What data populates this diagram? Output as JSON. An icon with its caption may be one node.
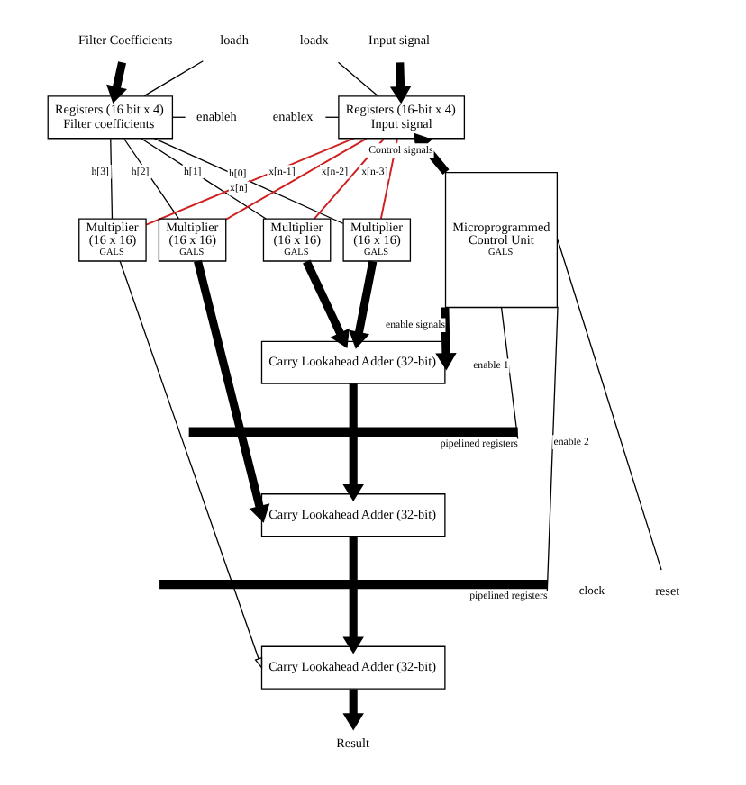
{
  "diagram": {
    "nodes": [
      {
        "text": [
          "Filter Coefficients"
        ]
      },
      {
        "text": [
          "Input signal"
        ]
      },
      {
        "text": [
          "Registers (16 bit x 4)",
          "Filter coefficients"
        ]
      },
      {
        "text": [
          "loadh"
        ]
      },
      {
        "text": [
          "enableh"
        ]
      },
      {
        "text": [
          "loadx"
        ]
      },
      {
        "text": [
          "enablex"
        ]
      },
      {
        "text": [
          "Registers (16-bit x 4)",
          "Input signal"
        ]
      },
      {
        "text": [
          "Microprogrammed Control Unit",
          "GALS"
        ]
      },
      {
        "text": [
          "Multiplier (16 x 16)",
          "GALS"
        ]
      },
      {
        "text": [
          "Multiplier (16 x 16)",
          "GALS"
        ]
      },
      {
        "text": [
          "Multiplier (16 x 16)",
          "GALS"
        ]
      },
      {
        "text": [
          "Multiplier (16 x 16)",
          "GALS"
        ]
      },
      {
        "text": [
          "Carry Lookahead Adder (32-bit)"
        ]
      },
      {
        "text": [],
        "shape": "bar",
        "beside": [
          "pipelined registers"
        ]
      },
      {
        "text": [
          "Carry Lookahead Adder (32-bit)"
        ]
      },
      {
        "text": [],
        "shape": "bar",
        "beside": [
          "pipelined registers"
        ]
      },
      {
        "text": [
          "Carry Lookahead Adder (32-bit)"
        ]
      },
      {
        "text": [
          "reset"
        ]
      },
      {
        "text": [
          "Result"
        ]
      }
    ],
    "edges": [
      {
        "from": 0,
        "to": 2,
        "arrow": "to",
        "style": "thick"
      },
      {
        "from": 1,
        "to": 7,
        "arrow": "to",
        "style": "thick"
      },
      {
        "from": 2,
        "to": 3,
        "arrow": "none"
      },
      {
        "from": 2,
        "to": 4,
        "arrow": "none"
      },
      {
        "from": 5,
        "to": 7,
        "arrow": "none"
      },
      {
        "from": 6,
        "to": 7,
        "arrow": "none"
      },
      {
        "from": 2,
        "to": 9,
        "arrow": "none",
        "label": "h[3]"
      },
      {
        "from": 2,
        "to": 10,
        "arrow": "none",
        "label": "h[2]"
      },
      {
        "from": 2,
        "to": 11,
        "arrow": "none",
        "label": "h[1]"
      },
      {
        "from": 2,
        "to": 12,
        "arrow": "none",
        "label": "h[0]"
      },
      {
        "from": 7,
        "to": 9,
        "arrow": "none",
        "label": "x[n]",
        "color": "#d02020"
      },
      {
        "from": 7,
        "to": 10,
        "arrow": "none",
        "label": "x[n-1]",
        "color": "#d02020"
      },
      {
        "from": 7,
        "to": 11,
        "arrow": "none",
        "label": "x[n-2]",
        "color": "#d02020"
      },
      {
        "from": 7,
        "to": 12,
        "arrow": "none",
        "label": "x[n-3]",
        "color": "#d02020"
      },
      {
        "from": 8,
        "to": 7,
        "arrow": "to",
        "style": "thick",
        "label": "Control signals"
      },
      {
        "from": 8,
        "to": 13,
        "arrow": "to",
        "style": "thick",
        "label": "enable signals"
      },
      {
        "from": 9,
        "to": 17,
        "arrow": "to"
      },
      {
        "from": 10,
        "to": 15,
        "arrow": "to",
        "style": "thick"
      },
      {
        "from": 11,
        "to": 13,
        "arrow": "to",
        "style": "thick"
      },
      {
        "from": 12,
        "to": 13,
        "arrow": "to",
        "style": "thick"
      },
      {
        "from": 13,
        "to": 15,
        "arrow": "to",
        "style": "thick"
      },
      {
        "from": 8,
        "to": 14,
        "arrow": "none",
        "label": "enable 1"
      },
      {
        "from": 15,
        "to": 17,
        "arrow": "to",
        "style": "thick"
      },
      {
        "from": 8,
        "to": 16,
        "arrow": "none",
        "label": "enable 2"
      },
      {
        "from": 17,
        "to": 19,
        "arrow": "to",
        "style": "thick"
      },
      {
        "from": 8,
        "to": 18,
        "arrow": "none"
      }
    ],
    "labels": [
      "clock"
    ]
  }
}
